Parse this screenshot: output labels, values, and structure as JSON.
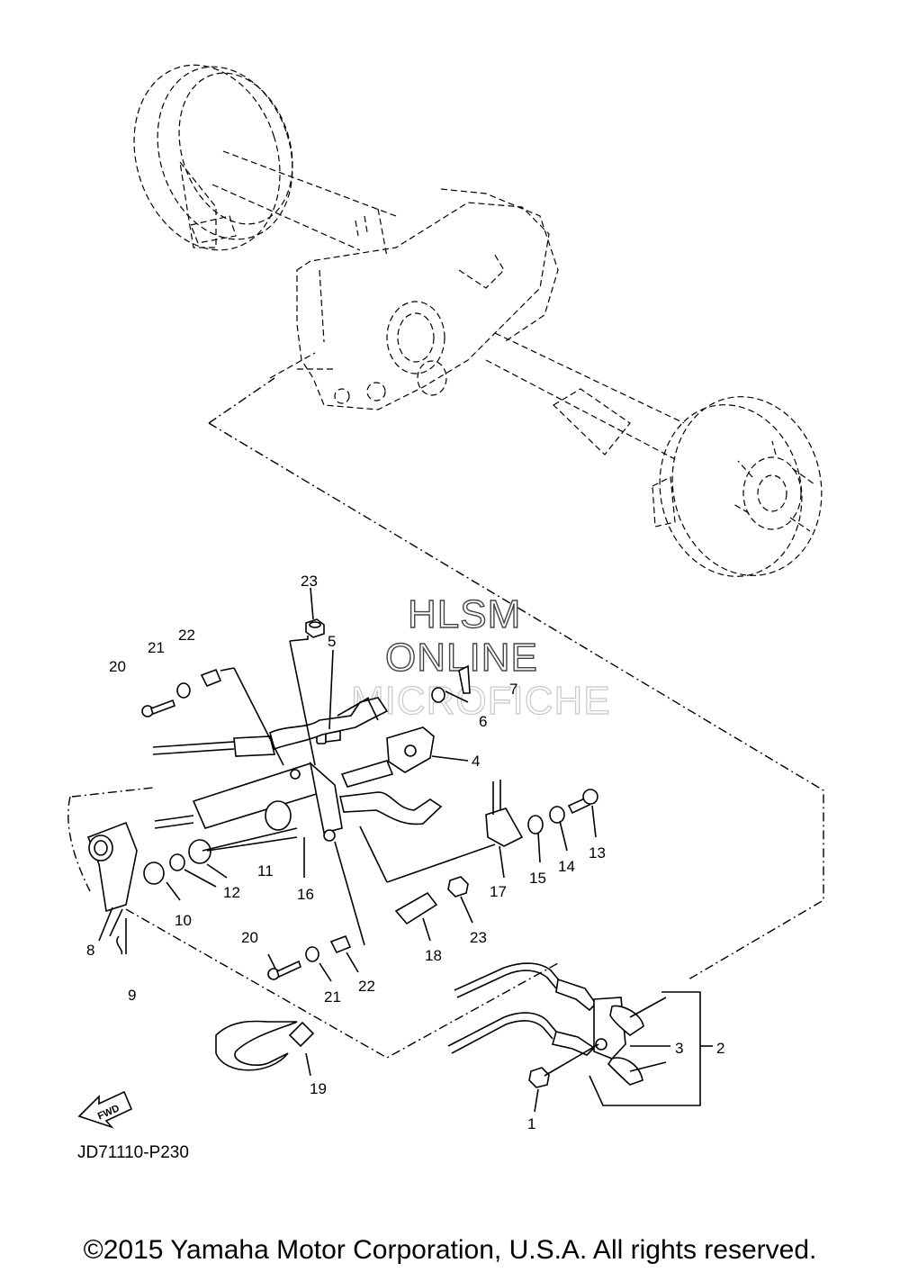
{
  "diagram": {
    "id": "JD71110-P230",
    "copyright": "©2015 Yamaha Motor Corporation, U.S.A. All rights reserved.",
    "watermark": [
      "HLSM",
      "ONLINE",
      "MICROFICHE"
    ],
    "fwd_label": "FWD",
    "callouts": [
      "1",
      "2",
      "3",
      "4",
      "5",
      "6",
      "7",
      "8",
      "9",
      "10",
      "11",
      "12",
      "13",
      "14",
      "15",
      "16",
      "17",
      "18",
      "19",
      "20",
      "20",
      "21",
      "21",
      "22",
      "22",
      "23",
      "23"
    ]
  }
}
